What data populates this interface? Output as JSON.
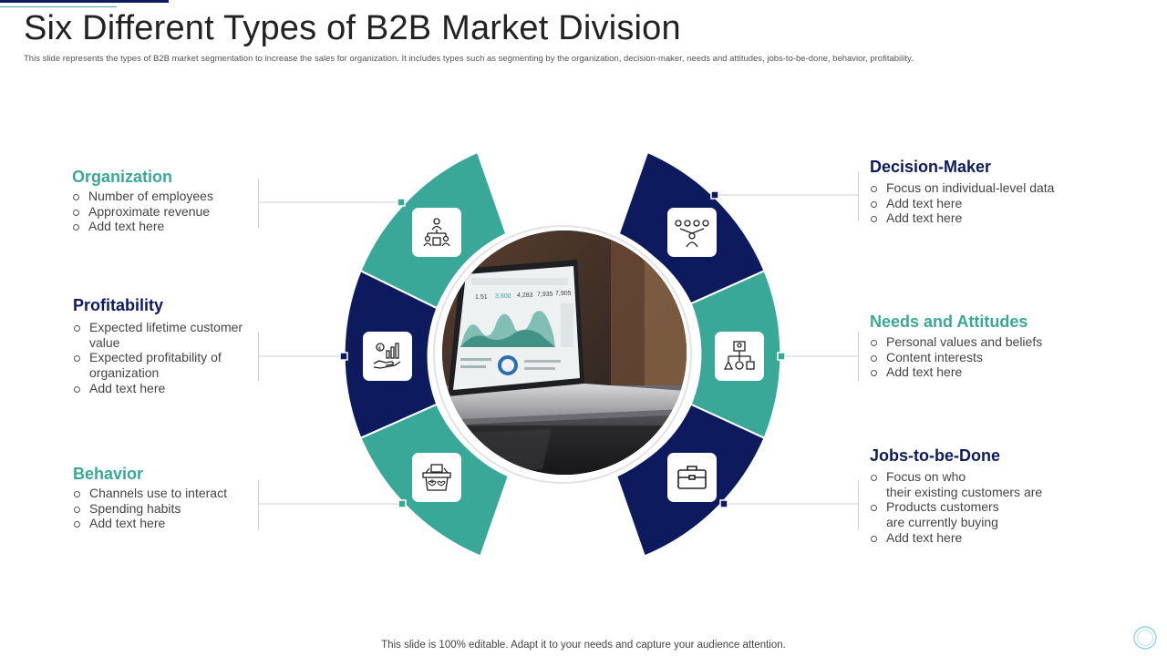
{
  "header": {
    "title": "Six Different Types of B2B Market Division",
    "subtitle": "This slide represents the types of B2B market segmentation to increase the sales for organization. It includes types such as segmenting by the organization, decision-maker, needs and attitudes, jobs-to-be-done, behavior, profitability."
  },
  "colors": {
    "teal": "#3aa898",
    "navy": "#0d1b5e"
  },
  "segments": {
    "organization": {
      "title": "Organization",
      "icon": "organization-chart-icon",
      "items": [
        "Number of employees",
        "Approximate revenue",
        "Add text here"
      ]
    },
    "profitability": {
      "title": "Profitability",
      "icon": "hand-money-growth-icon",
      "items": [
        "Expected lifetime customer value",
        "Expected profitability of organization",
        "Add text here"
      ],
      "lines": [
        "Expected lifetime customer",
        "value",
        "Expected profitability of",
        "organization",
        "Add text here"
      ]
    },
    "behavior": {
      "title": "Behavior",
      "icon": "shopping-basket-icon",
      "items": [
        "Channels  use to interact",
        "Spending habits",
        "Add text here"
      ]
    },
    "decision_maker": {
      "title": "Decision-Maker",
      "icon": "decision-maker-group-icon",
      "items": [
        "Focus on individual-level data",
        "Add text here",
        "Add text here"
      ]
    },
    "needs_attitudes": {
      "title": "Needs and Attitudes",
      "icon": "hierarchy-icon",
      "items": [
        "Personal values and beliefs",
        "Content interests",
        "Add text here"
      ]
    },
    "jobs_to_be_done": {
      "title": "Jobs-to-be-Done",
      "icon": "briefcase-icon",
      "items": [
        "Focus on who their existing customers are",
        "Products customers are currently buying",
        "Add text here"
      ],
      "lines": [
        "Focus on who",
        "their existing customers are",
        "Products customers",
        "are currently buying",
        "Add text here"
      ]
    }
  },
  "center_image": {
    "icon": "laptop-dashboard-photo",
    "screen_numbers": [
      "1.51",
      "3,600",
      "4,283",
      "7,935",
      "7,905"
    ]
  },
  "footer": {
    "text": "This slide is 100% editable. Adapt it to your  needs and capture your audience attention."
  }
}
